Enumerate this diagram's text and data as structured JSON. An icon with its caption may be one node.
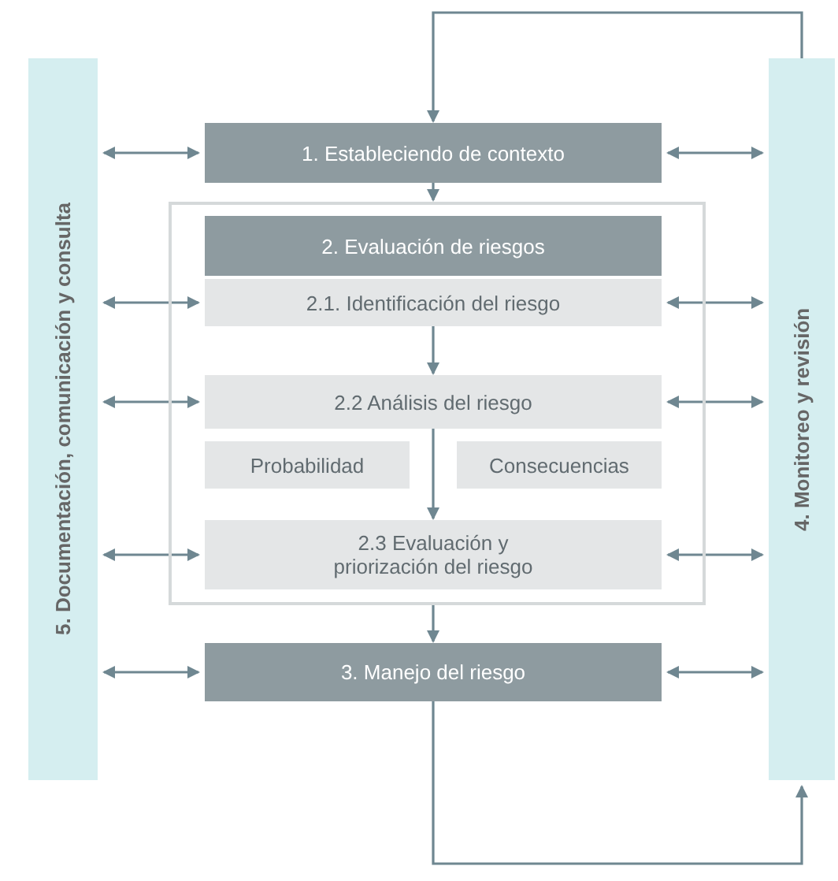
{
  "diagram": {
    "nodes": [
      {
        "text": [
          "5. Documentación, comunicación y consulta"
        ]
      },
      {
        "text": [
          "1. Estableciendo de contexto"
        ]
      },
      {
        "text": [],
        "shape": "box"
      },
      {
        "text": [
          "2. Evaluación de riesgos"
        ],
        "in": 2
      },
      {
        "text": [
          "2.1. Identificación del riesgo"
        ],
        "in": 2
      },
      {
        "text": [
          "2.2 Análisis del riesgo"
        ],
        "in": 2
      },
      {
        "text": [
          "Probabilidad"
        ],
        "in": 2
      },
      {
        "text": [
          "Consecuencias"
        ],
        "in": 2
      },
      {
        "text": [
          "2.3 Evaluación y priorización del riesgo"
        ],
        "in": 2
      },
      {
        "text": [
          "3. Manejo del riesgo"
        ]
      },
      {
        "text": [
          "4. Monitoreo y revisión"
        ]
      }
    ],
    "edges": [
      {
        "from": 0,
        "to": 1,
        "arrow": "both"
      },
      {
        "from": 1,
        "to": 10,
        "arrow": "both"
      },
      {
        "from": 0,
        "to": 4,
        "arrow": "both"
      },
      {
        "from": 4,
        "to": 10,
        "arrow": "both"
      },
      {
        "from": 0,
        "to": 5,
        "arrow": "both"
      },
      {
        "from": 5,
        "to": 10,
        "arrow": "both"
      },
      {
        "from": 0,
        "to": 8,
        "arrow": "both"
      },
      {
        "from": 8,
        "to": 10,
        "arrow": "both"
      },
      {
        "from": 0,
        "to": 9,
        "arrow": "both"
      },
      {
        "from": 9,
        "to": 10,
        "arrow": "both"
      },
      {
        "from": 1,
        "to": 2,
        "arrow": "to"
      },
      {
        "from": 4,
        "to": 5,
        "arrow": "to"
      },
      {
        "from": 5,
        "to": 8,
        "arrow": "to"
      },
      {
        "from": 2,
        "to": 9,
        "arrow": "to"
      },
      {
        "from": 9,
        "to": 10,
        "arrow": "to"
      },
      {
        "from": 10,
        "to": 1,
        "arrow": "to"
      }
    ]
  }
}
